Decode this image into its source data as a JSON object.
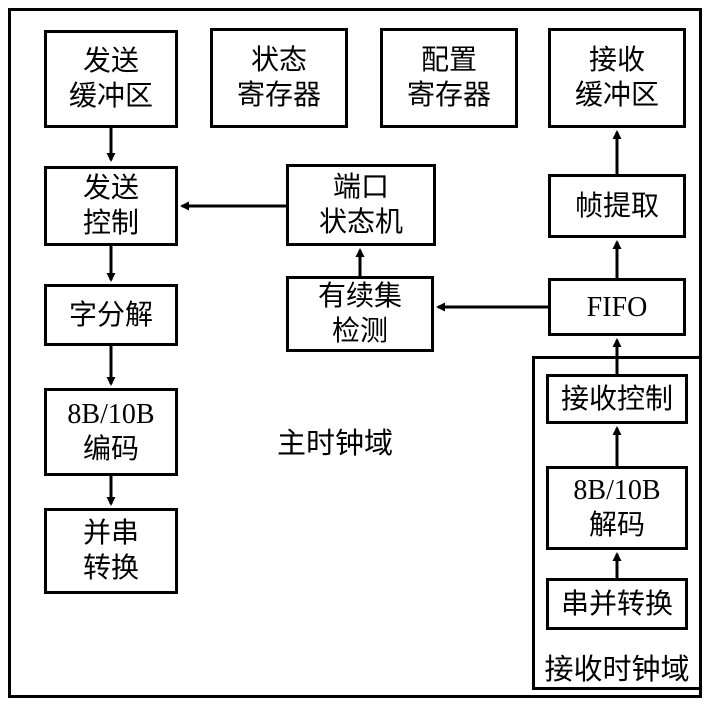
{
  "diagram": {
    "blocks": {
      "send_buffer": "发送\n缓冲区",
      "status_register": "状态\n寄存器",
      "config_register": "配置\n寄存器",
      "receive_buffer": "接收\n缓冲区",
      "send_control": "发送\n控制",
      "word_decompose": "字分解",
      "encoder_8b10b": "8B/10B\n编码",
      "parallel_to_serial": "并串\n转换",
      "port_state_machine": "端口\n状态机",
      "ordered_set_detect": "有续集\n检测",
      "frame_extract": "帧提取",
      "fifo": "FIFO",
      "receive_control": "接收控制",
      "decoder_8b10b": "8B/10B\n解码",
      "serial_to_parallel": "串并转换"
    },
    "labels": {
      "main_clock_domain": "主时钟域",
      "receive_clock_domain": "接收时钟域"
    },
    "colors": {
      "line": "#000000",
      "background": "#ffffff"
    }
  }
}
